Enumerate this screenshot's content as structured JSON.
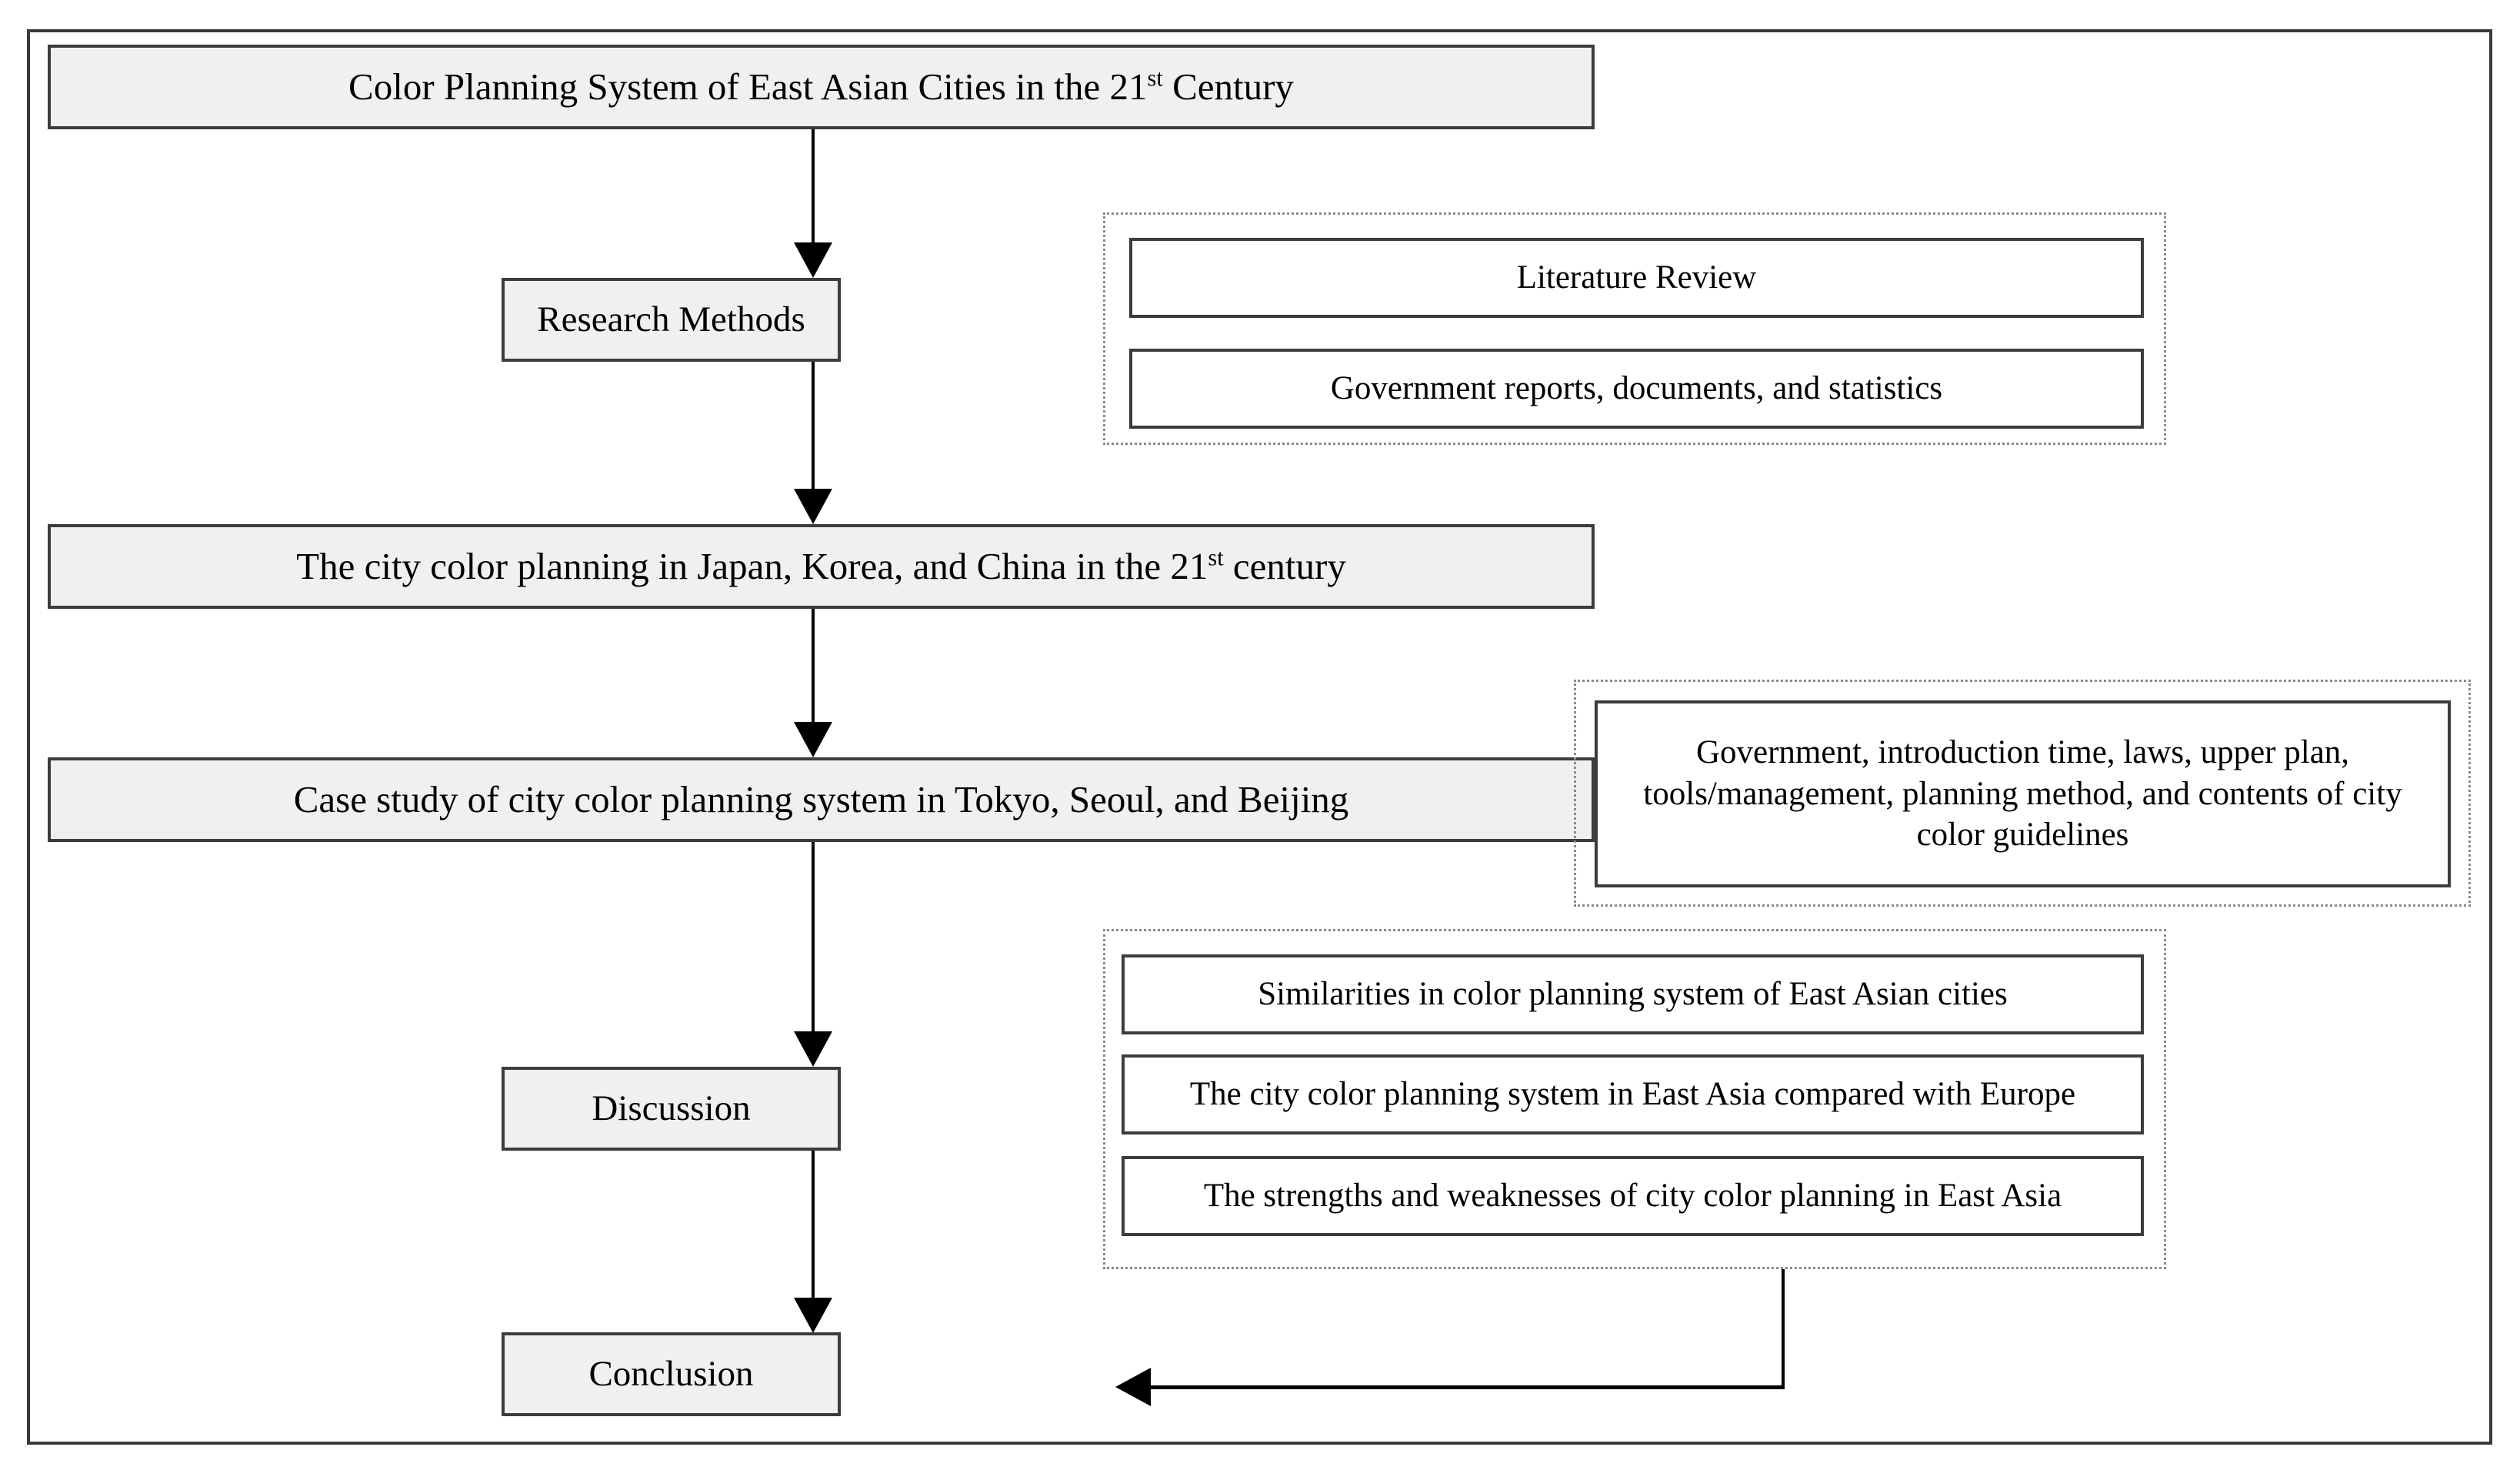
{
  "diagram": {
    "title_box": {
      "text_before": "Color Planning System of East Asian Cities in the 21",
      "superscript": "st",
      "text_after": " Century"
    },
    "research_methods": {
      "label": "Research Methods",
      "details": [
        "Literature Review",
        "Government reports, documents, and statistics"
      ]
    },
    "city_color_planning": {
      "text_before": "The city color planning in Japan, Korea, and China in the 21",
      "superscript": "st",
      "text_after": " century"
    },
    "case_study": {
      "label": "Case study of city color planning system in Tokyo, Seoul, and Beijing",
      "details": [
        "Government, introduction time, laws, upper plan, tools/management, planning method, and contents of city color guidelines"
      ]
    },
    "discussion": {
      "label": "Discussion",
      "details": [
        "Similarities in color planning system of East Asian cities",
        "The city color planning system in East Asia compared with Europe",
        "The strengths and weaknesses of city color planning in East Asia"
      ]
    },
    "conclusion": {
      "label": "Conclusion"
    },
    "colors": {
      "node_fill": "#f0f0f0",
      "node_border": "#3c3c3c",
      "detail_fill": "#ffffff",
      "group_border": "#8a8a8a",
      "connector": "#000000",
      "frame_border": "#3a3a3a"
    }
  }
}
